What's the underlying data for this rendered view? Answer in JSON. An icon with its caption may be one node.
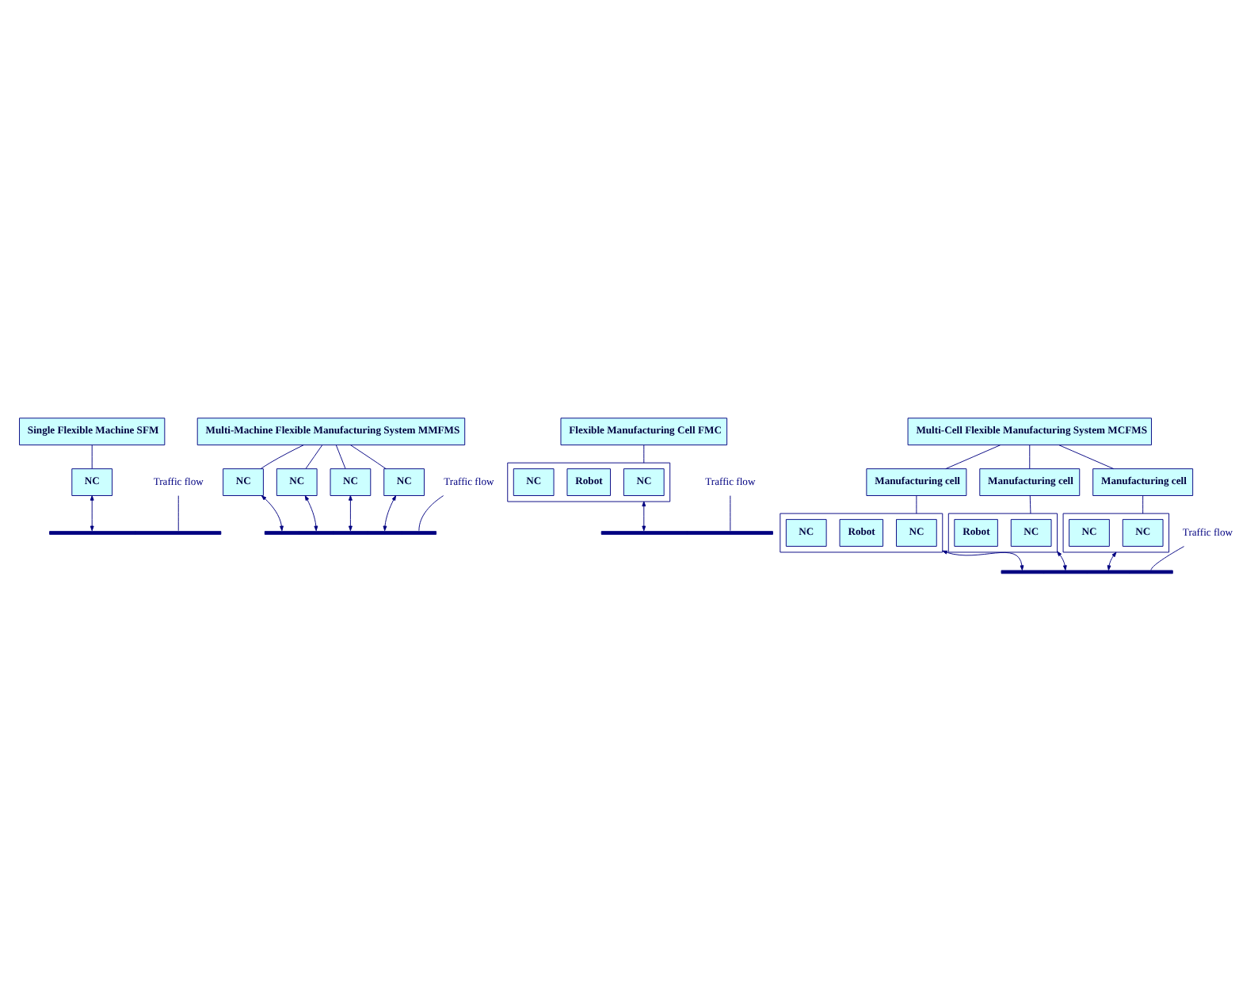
{
  "diagram": {
    "nodes": [
      {
        "text": [
          "Single Flexible Machine SFM"
        ]
      },
      {
        "text": [
          "NC"
        ]
      },
      {
        "text": [],
        "shape": "bar"
      },
      {
        "text": [
          "Traffic flow"
        ]
      },
      {
        "text": [
          "Multi-Machine Flexible Manufacturing System MMFMS"
        ]
      },
      {
        "text": [
          "NC"
        ]
      },
      {
        "text": [
          "NC"
        ]
      },
      {
        "text": [
          "NC"
        ]
      },
      {
        "text": [
          "NC"
        ]
      },
      {
        "text": [],
        "shape": "bar"
      },
      {
        "text": [
          "Traffic flow"
        ]
      },
      {
        "text": [
          "Flexible Manufacturing Cell FMC"
        ]
      },
      {
        "text": [],
        "shape": "box"
      },
      {
        "text": [
          "NC"
        ],
        "in": 12
      },
      {
        "text": [
          "Robot"
        ],
        "in": 12
      },
      {
        "text": [
          "NC"
        ],
        "in": 12
      },
      {
        "text": [],
        "shape": "bar"
      },
      {
        "text": [
          "Traffic flow"
        ]
      },
      {
        "text": [
          "Multi-Cell Flexible Manufacturing System MCFMS"
        ]
      },
      {
        "text": [
          "Manufacturing cell"
        ]
      },
      {
        "text": [
          "Manufacturing cell"
        ]
      },
      {
        "text": [
          "Manufacturing cell"
        ]
      },
      {
        "text": [],
        "shape": "box"
      },
      {
        "text": [
          "NC"
        ],
        "in": 22
      },
      {
        "text": [
          "Robot"
        ],
        "in": 22
      },
      {
        "text": [
          "NC"
        ],
        "in": 22
      },
      {
        "text": [],
        "shape": "box"
      },
      {
        "text": [
          "NC"
        ],
        "in": 26
      },
      {
        "text": [
          "Robot"
        ],
        "in": 26
      },
      {
        "text": [],
        "shape": "box"
      },
      {
        "text": [
          "NC"
        ],
        "in": 29
      },
      {
        "text": [
          "NC"
        ],
        "in": 29
      },
      {
        "text": [],
        "shape": "bar"
      },
      {
        "text": [
          "Traffic flow"
        ]
      }
    ],
    "edges": [
      {
        "from": 0,
        "to": 1,
        "arrow": "none"
      },
      {
        "from": 1,
        "to": 2,
        "arrow": "both"
      },
      {
        "from": 3,
        "to": 2,
        "arrow": "none"
      },
      {
        "from": 4,
        "to": 5,
        "arrow": "none"
      },
      {
        "from": 4,
        "to": 6,
        "arrow": "none"
      },
      {
        "from": 4,
        "to": 7,
        "arrow": "none"
      },
      {
        "from": 4,
        "to": 8,
        "arrow": "none"
      },
      {
        "from": 5,
        "to": 9,
        "arrow": "both"
      },
      {
        "from": 6,
        "to": 9,
        "arrow": "both"
      },
      {
        "from": 7,
        "to": 9,
        "arrow": "both"
      },
      {
        "from": 8,
        "to": 9,
        "arrow": "both"
      },
      {
        "from": 10,
        "to": 9,
        "arrow": "none"
      },
      {
        "from": 11,
        "to": 12,
        "arrow": "none"
      },
      {
        "from": 12,
        "to": 16,
        "arrow": "both"
      },
      {
        "from": 17,
        "to": 16,
        "arrow": "none"
      },
      {
        "from": 18,
        "to": 19,
        "arrow": "none"
      },
      {
        "from": 18,
        "to": 20,
        "arrow": "none"
      },
      {
        "from": 18,
        "to": 21,
        "arrow": "none"
      },
      {
        "from": 19,
        "to": 22,
        "arrow": "none"
      },
      {
        "from": 20,
        "to": 26,
        "arrow": "none"
      },
      {
        "from": 21,
        "to": 29,
        "arrow": "none"
      },
      {
        "from": 22,
        "to": 32,
        "arrow": "both"
      },
      {
        "from": 26,
        "to": 32,
        "arrow": "both"
      },
      {
        "from": 29,
        "to": 32,
        "arrow": "both"
      },
      {
        "from": 33,
        "to": 32,
        "arrow": "none"
      }
    ]
  }
}
